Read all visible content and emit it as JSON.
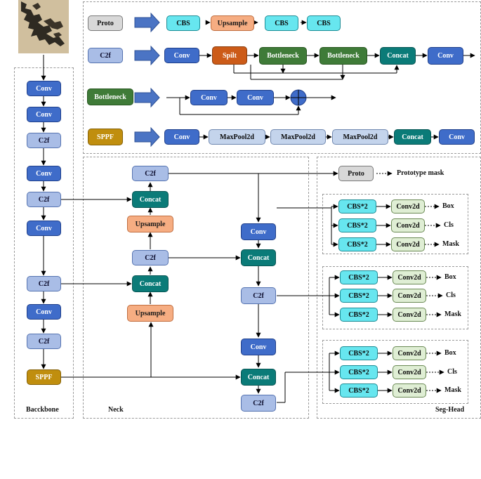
{
  "backbone": {
    "title": "Bacckbone",
    "nodes": [
      "Conv",
      "Conv",
      "C2f",
      "Conv",
      "C2f",
      "Conv",
      "C2f",
      "Conv",
      "C2f",
      "SPPF"
    ]
  },
  "neck": {
    "title": "Neck",
    "left_column": [
      "C2f",
      "Concat",
      "Upsample",
      "C2f",
      "Concat",
      "Upsample"
    ],
    "right_column": [
      "Conv",
      "Concat",
      "C2f",
      "Conv",
      "Concat",
      "C2f"
    ]
  },
  "seg_head": {
    "title": "Seg-Head",
    "proto": {
      "label": "Proto",
      "output": "Prototype mask"
    },
    "groups": [
      {
        "rows": [
          {
            "cbs": "CBS*2",
            "conv": "Conv2d",
            "out": "Box"
          },
          {
            "cbs": "CBS*2",
            "conv": "Conv2d",
            "out": "Cls"
          },
          {
            "cbs": "CBS*2",
            "conv": "Conv2d",
            "out": "Mask"
          }
        ]
      },
      {
        "rows": [
          {
            "cbs": "CBS*2",
            "conv": "Conv2d",
            "out": "Box"
          },
          {
            "cbs": "CBS*2",
            "conv": "Conv2d",
            "out": "Cls"
          },
          {
            "cbs": "CBS*2",
            "conv": "Conv2d",
            "out": "Mask"
          }
        ]
      },
      {
        "rows": [
          {
            "cbs": "CBS*2",
            "conv": "Conv2d",
            "out": "Box"
          },
          {
            "cbs": "CBS*2",
            "conv": "Conv2d",
            "out": "Cls"
          },
          {
            "cbs": "CBS*2",
            "conv": "Conv2d",
            "out": "Mask"
          }
        ]
      }
    ]
  },
  "legend": {
    "proto": {
      "name": "Proto",
      "blocks": [
        "CBS",
        "Upsample",
        "CBS",
        "CBS"
      ]
    },
    "c2f": {
      "name": "C2f",
      "blocks": [
        "Conv",
        "Spilt",
        "Bottleneck",
        "Bottleneck",
        "Concat",
        "Conv"
      ]
    },
    "bottleneck": {
      "name": "Bottleneck",
      "blocks": [
        "Conv",
        "Conv"
      ]
    },
    "sppf": {
      "name": "SPPF",
      "blocks": [
        "Conv",
        "MaxPool2d",
        "MaxPool2d",
        "MaxPool2d",
        "Concat",
        "Conv"
      ]
    }
  },
  "colors": {
    "conv": "#3f6cc9",
    "c2f": "#a9bde6",
    "concat": "#0b7b78",
    "upsample": "#f6ad82",
    "sppf": "#c08e0e",
    "cbs": "#67e6ef",
    "spilt": "#cc5b18",
    "bottleneck": "#3f7b38",
    "maxpool": "#c4d4ec",
    "conv2d": "#dfeed4",
    "arrow_fill": "#4b74c4"
  }
}
